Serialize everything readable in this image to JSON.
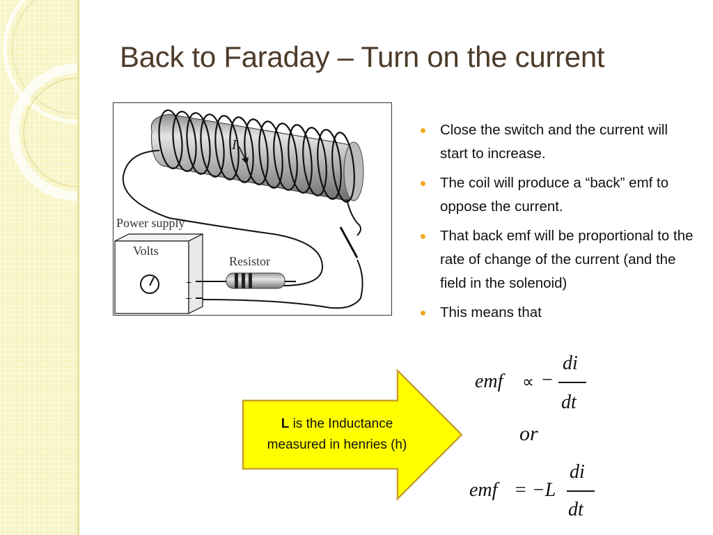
{
  "slide": {
    "title": "Back to Faraday – Turn on the current"
  },
  "diagram": {
    "current_label": "I",
    "power_supply_label": "Power supply",
    "volts_label": "Volts",
    "resistor_label": "Resistor",
    "plus_sign": "+",
    "minus_sign": "–"
  },
  "bullets": [
    {
      "text": "Close the switch and the current will start to increase."
    },
    {
      "text": "The coil will produce a “back” emf to oppose the current."
    },
    {
      "text": "That back emf will be proportional to the rate of change of the current (and the field in the solenoid)"
    },
    {
      "text": "This means that"
    }
  ],
  "callout": {
    "bold": "L",
    "text_line1": " is the Inductance",
    "text_line2": "measured in henries (h)",
    "fill_color": "#ffff00",
    "stroke_color": "#c8a030"
  },
  "equations": {
    "eq1_lhs": "emf",
    "eq1_symbol": "∝",
    "eq1_minus": "−",
    "eq1_num": "di",
    "eq1_den": "dt",
    "or": "or",
    "eq2_lhs": "emf",
    "eq2_mid": "= −L",
    "eq2_num": "di",
    "eq2_den": "dt"
  },
  "colors": {
    "bullet_color": "#f5a623",
    "title_color": "#4d3b2a",
    "sidebar_color": "#f7f4c4"
  }
}
